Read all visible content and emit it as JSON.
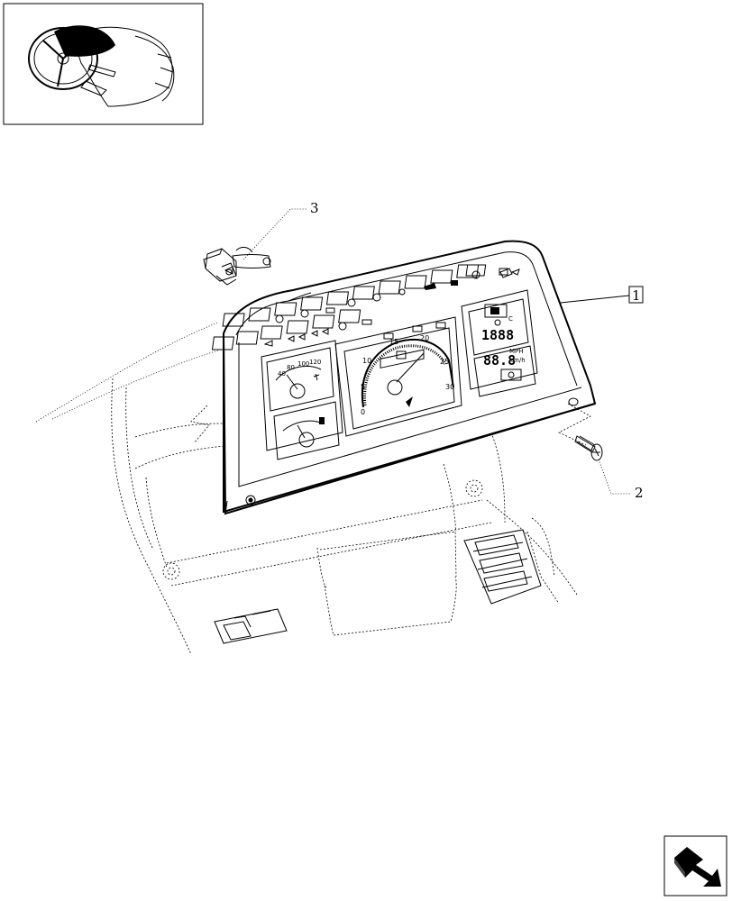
{
  "callouts": {
    "part1": "1",
    "part2": "2",
    "part3": "3"
  },
  "gauges": {
    "temp_ticks": [
      "40",
      "80",
      "100",
      "120"
    ],
    "speed_ticks": [
      "0",
      "5",
      "10",
      "15",
      "20",
      "25",
      "30"
    ]
  },
  "display": {
    "upper_readout": "1888",
    "lower_readout": "88.8",
    "unit_top": "MPH",
    "unit_bottom": "km/h",
    "small_letter": "C"
  },
  "icons": {
    "thumbnail": "steering-wheel-dashboard-icon",
    "nav": "next-page-arrow-icon"
  }
}
